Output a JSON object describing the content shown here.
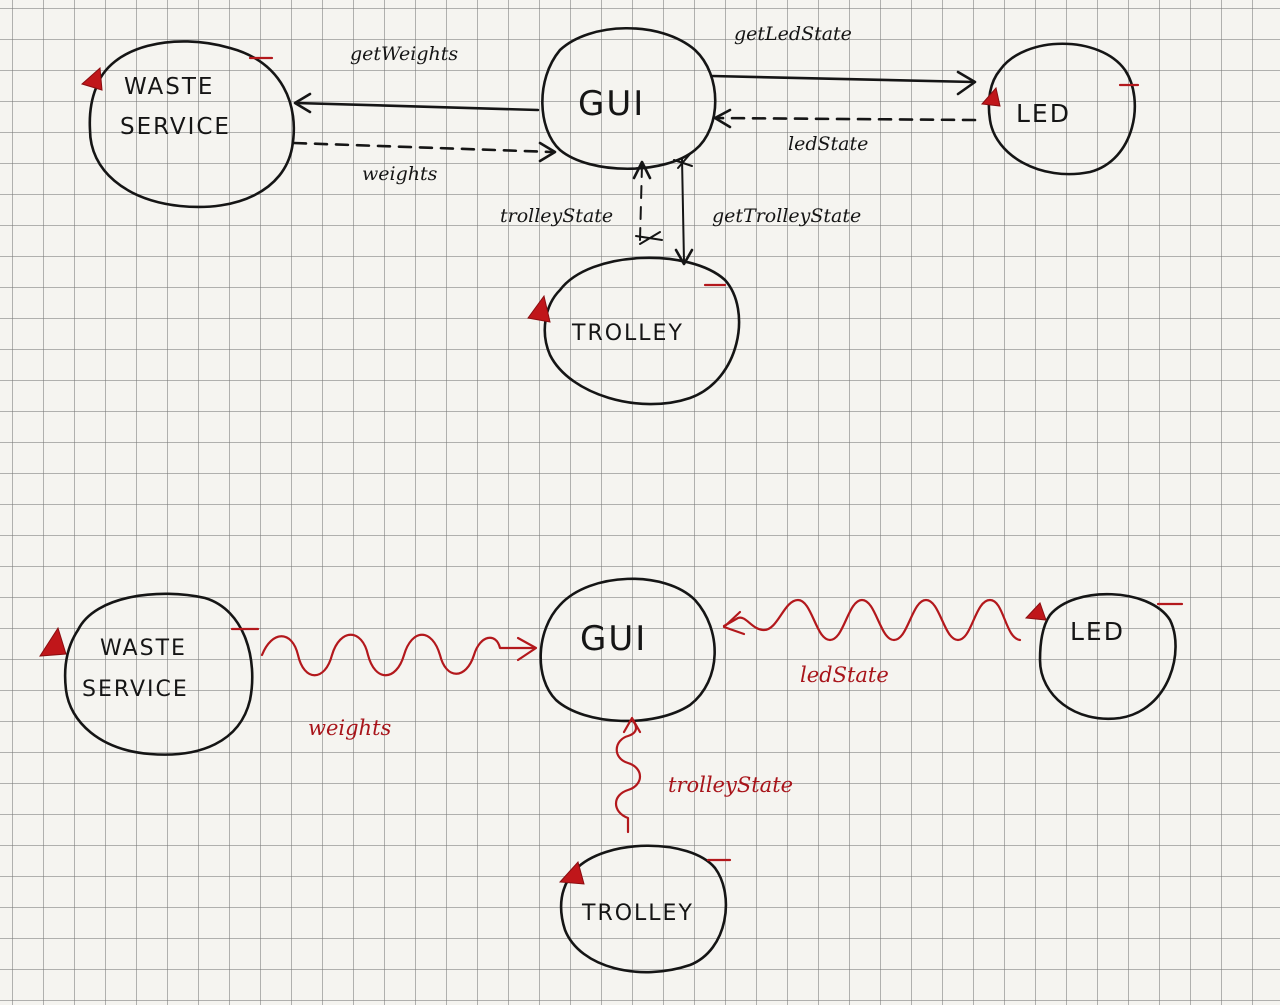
{
  "top_diagram": {
    "nodes": {
      "waste_service": [
        "WASTE",
        "SERVICE"
      ],
      "gui": "GUI",
      "led": "LED",
      "trolley": "TROLLEY"
    },
    "messages": {
      "get_weights": "getWeights",
      "weights": "weights",
      "get_led_state": "getLedState",
      "led_state": "ledState",
      "trolley_state": "trolleyState",
      "get_trolley_state": "getTrolleyState"
    }
  },
  "bottom_diagram": {
    "nodes": {
      "waste_service": [
        "WASTE",
        "SERVICE"
      ],
      "gui": "GUI",
      "led": "LED",
      "trolley": "TROLLEY"
    },
    "messages": {
      "weights": "weights",
      "led_state": "ledState",
      "trolley_state": "trolleyState"
    }
  },
  "colors": {
    "ink": "#151515",
    "red_ink": "#b3181c",
    "grid": "#787878",
    "paper": "#f5f4f0"
  }
}
